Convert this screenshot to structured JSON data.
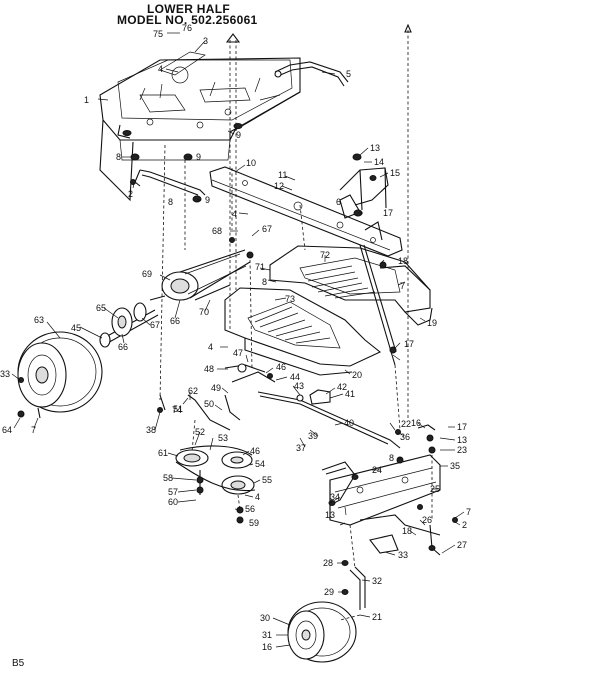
{
  "header": {
    "line1": "LOWER HALF",
    "line2": "MODEL NO. 502.256061"
  },
  "footer": {
    "page": "B5"
  },
  "part_labels": [
    "75",
    "76",
    "3",
    "4",
    "1",
    "5",
    "9",
    "8",
    "9",
    "2",
    "8",
    "9",
    "10",
    "11",
    "12",
    "13",
    "14",
    "15",
    "6",
    "4",
    "17",
    "68",
    "67",
    "71",
    "72",
    "8",
    "18",
    "7",
    "69",
    "65",
    "63",
    "45",
    "66",
    "66",
    "67",
    "73",
    "70",
    "19",
    "17",
    "4",
    "47",
    "48",
    "46",
    "44",
    "43",
    "42",
    "41",
    "49",
    "50",
    "51",
    "52",
    "53",
    "46",
    "54",
    "55",
    "4",
    "56",
    "59",
    "58",
    "57",
    "60",
    "61",
    "74",
    "62",
    "33",
    "64",
    "7",
    "38",
    "40",
    "39",
    "37",
    "36",
    "22",
    "16",
    "17",
    "13",
    "23",
    "8",
    "24",
    "35",
    "34",
    "13",
    "25",
    "7",
    "2",
    "18",
    "26",
    "27",
    "33",
    "28",
    "32",
    "29",
    "30",
    "31",
    "16",
    "21",
    "20"
  ]
}
